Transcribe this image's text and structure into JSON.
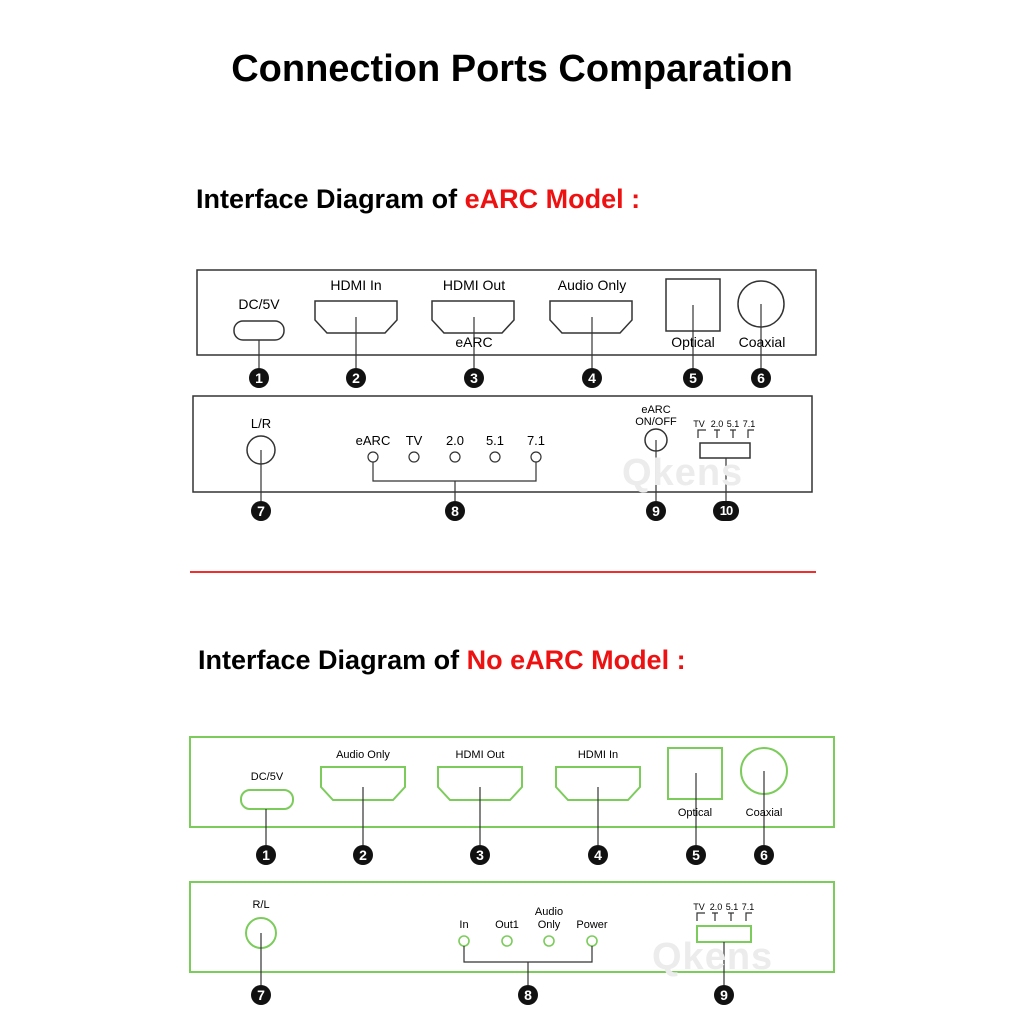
{
  "title": "Connection Ports Comparation",
  "earc_section": {
    "heading_prefix": "Interface Diagram of ",
    "heading_highlight": "eARC Model :",
    "front_panel": {
      "dc": "DC/5V",
      "hdmi_in": "HDMI In",
      "hdmi_out": "HDMI Out",
      "earc_sub": "eARC",
      "audio_only": "Audio Only",
      "optical": "Optical",
      "coaxial": "Coaxial"
    },
    "back_panel": {
      "lr": "L/R",
      "leds": [
        "eARC",
        "TV",
        "2.0",
        "5.1",
        "7.1"
      ],
      "switch_label_1": "eARC",
      "switch_label_2": "ON/OFF",
      "selector_labels": [
        "TV",
        "2.0",
        "5.1",
        "7.1"
      ],
      "watermark": "Qkens"
    },
    "numbers": [
      "1",
      "2",
      "3",
      "4",
      "5",
      "6",
      "7",
      "8",
      "9",
      "10"
    ]
  },
  "noearc_section": {
    "heading_prefix": "Interface Diagram of ",
    "heading_highlight": "No eARC Model :",
    "front_panel": {
      "dc": "DC/5V",
      "audio_only": "Audio Only",
      "hdmi_out": "HDMI Out",
      "hdmi_in": "HDMI In",
      "optical": "Optical",
      "coaxial": "Coaxial"
    },
    "back_panel": {
      "rl": "R/L",
      "led_in": "In",
      "led_out1": "Out1",
      "led_audio_1": "Audio",
      "led_audio_2": "Only",
      "led_power": "Power",
      "selector_labels": [
        "TV",
        "2.0",
        "5.1",
        "7.1"
      ],
      "watermark": "Qkens"
    },
    "numbers": [
      "1",
      "2",
      "3",
      "4",
      "5",
      "6",
      "7",
      "8",
      "9"
    ]
  },
  "colors": {
    "highlight": "#ee1111",
    "divider": "#ee1111",
    "earc_border": "#333333",
    "noearc_border": "#7ccc5c"
  }
}
